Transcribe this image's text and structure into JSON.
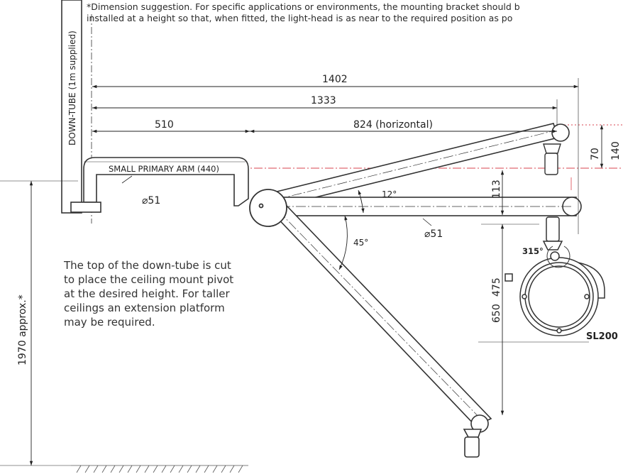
{
  "note": {
    "line1": "*Dimension suggestion. For specific applications or environments, the mounting bracket should b",
    "line2": "installed at a height so that, when fitted, the light-head is as near to the required position as po"
  },
  "description": {
    "line1": "The top of the down-tube is cut",
    "line2": "to place the ceiling mount pivot",
    "line3": "at the desired height. For taller",
    "line4": "ceilings an extension platform",
    "line5": "may be required."
  },
  "labels": {
    "down_tube": "DOWN-TUBE (1m supplied)",
    "primary_arm": "SMALL PRIMARY ARM (440)",
    "height_total": "1970 approx.*",
    "model": "SL200"
  },
  "dimensions": {
    "overall_span": "1402",
    "span_to_tip": "1333",
    "primary_span": "510",
    "secondary_span": "824 (horizontal)",
    "diameter_primary": "⌀51",
    "diameter_secondary": "⌀51",
    "rise": "113",
    "rise_tip": "70",
    "rise_tip_total": "140",
    "angle_up": "12°",
    "angle_down": "45°",
    "rotation": "315°",
    "head_drop": "650",
    "head_offset": "475"
  },
  "colors": {
    "line": "#333333",
    "centerline": "#d9434f",
    "dimension": "#222222"
  }
}
